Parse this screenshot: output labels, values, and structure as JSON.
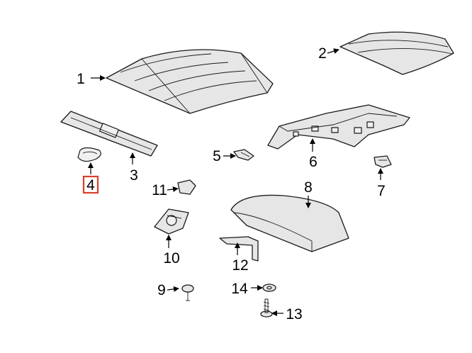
{
  "diagram": {
    "highlight_color": "#d8402a",
    "highlighted_callout": "4",
    "callouts": [
      {
        "id": "c1",
        "label": "1"
      },
      {
        "id": "c2",
        "label": "2"
      },
      {
        "id": "c3",
        "label": "3"
      },
      {
        "id": "c4",
        "label": "4"
      },
      {
        "id": "c5",
        "label": "5"
      },
      {
        "id": "c6",
        "label": "6"
      },
      {
        "id": "c7",
        "label": "7"
      },
      {
        "id": "c8",
        "label": "8"
      },
      {
        "id": "c9",
        "label": "9"
      },
      {
        "id": "c10",
        "label": "10"
      },
      {
        "id": "c11",
        "label": "11"
      },
      {
        "id": "c12",
        "label": "12"
      },
      {
        "id": "c13",
        "label": "13"
      },
      {
        "id": "c14",
        "label": "14"
      }
    ]
  }
}
